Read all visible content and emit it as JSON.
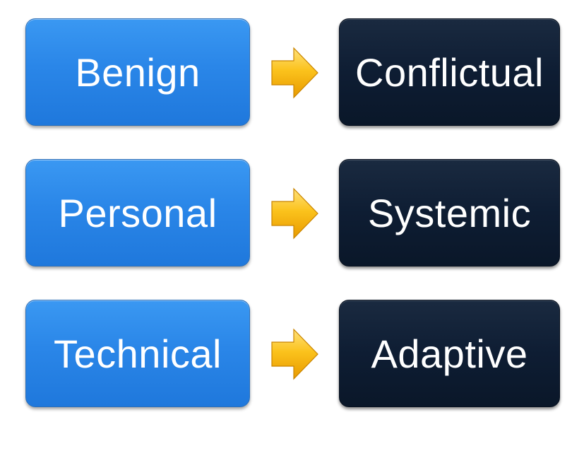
{
  "rows": [
    {
      "from": "Benign",
      "to": "Conflictual"
    },
    {
      "from": "Personal",
      "to": "Systemic"
    },
    {
      "from": "Technical",
      "to": "Adaptive"
    }
  ],
  "colors": {
    "left_box": "#2a86e8",
    "right_box": "#0e1d33",
    "arrow": "#f7b70a",
    "text": "#ffffff"
  },
  "icons": {
    "arrow": "right-arrow-icon"
  }
}
